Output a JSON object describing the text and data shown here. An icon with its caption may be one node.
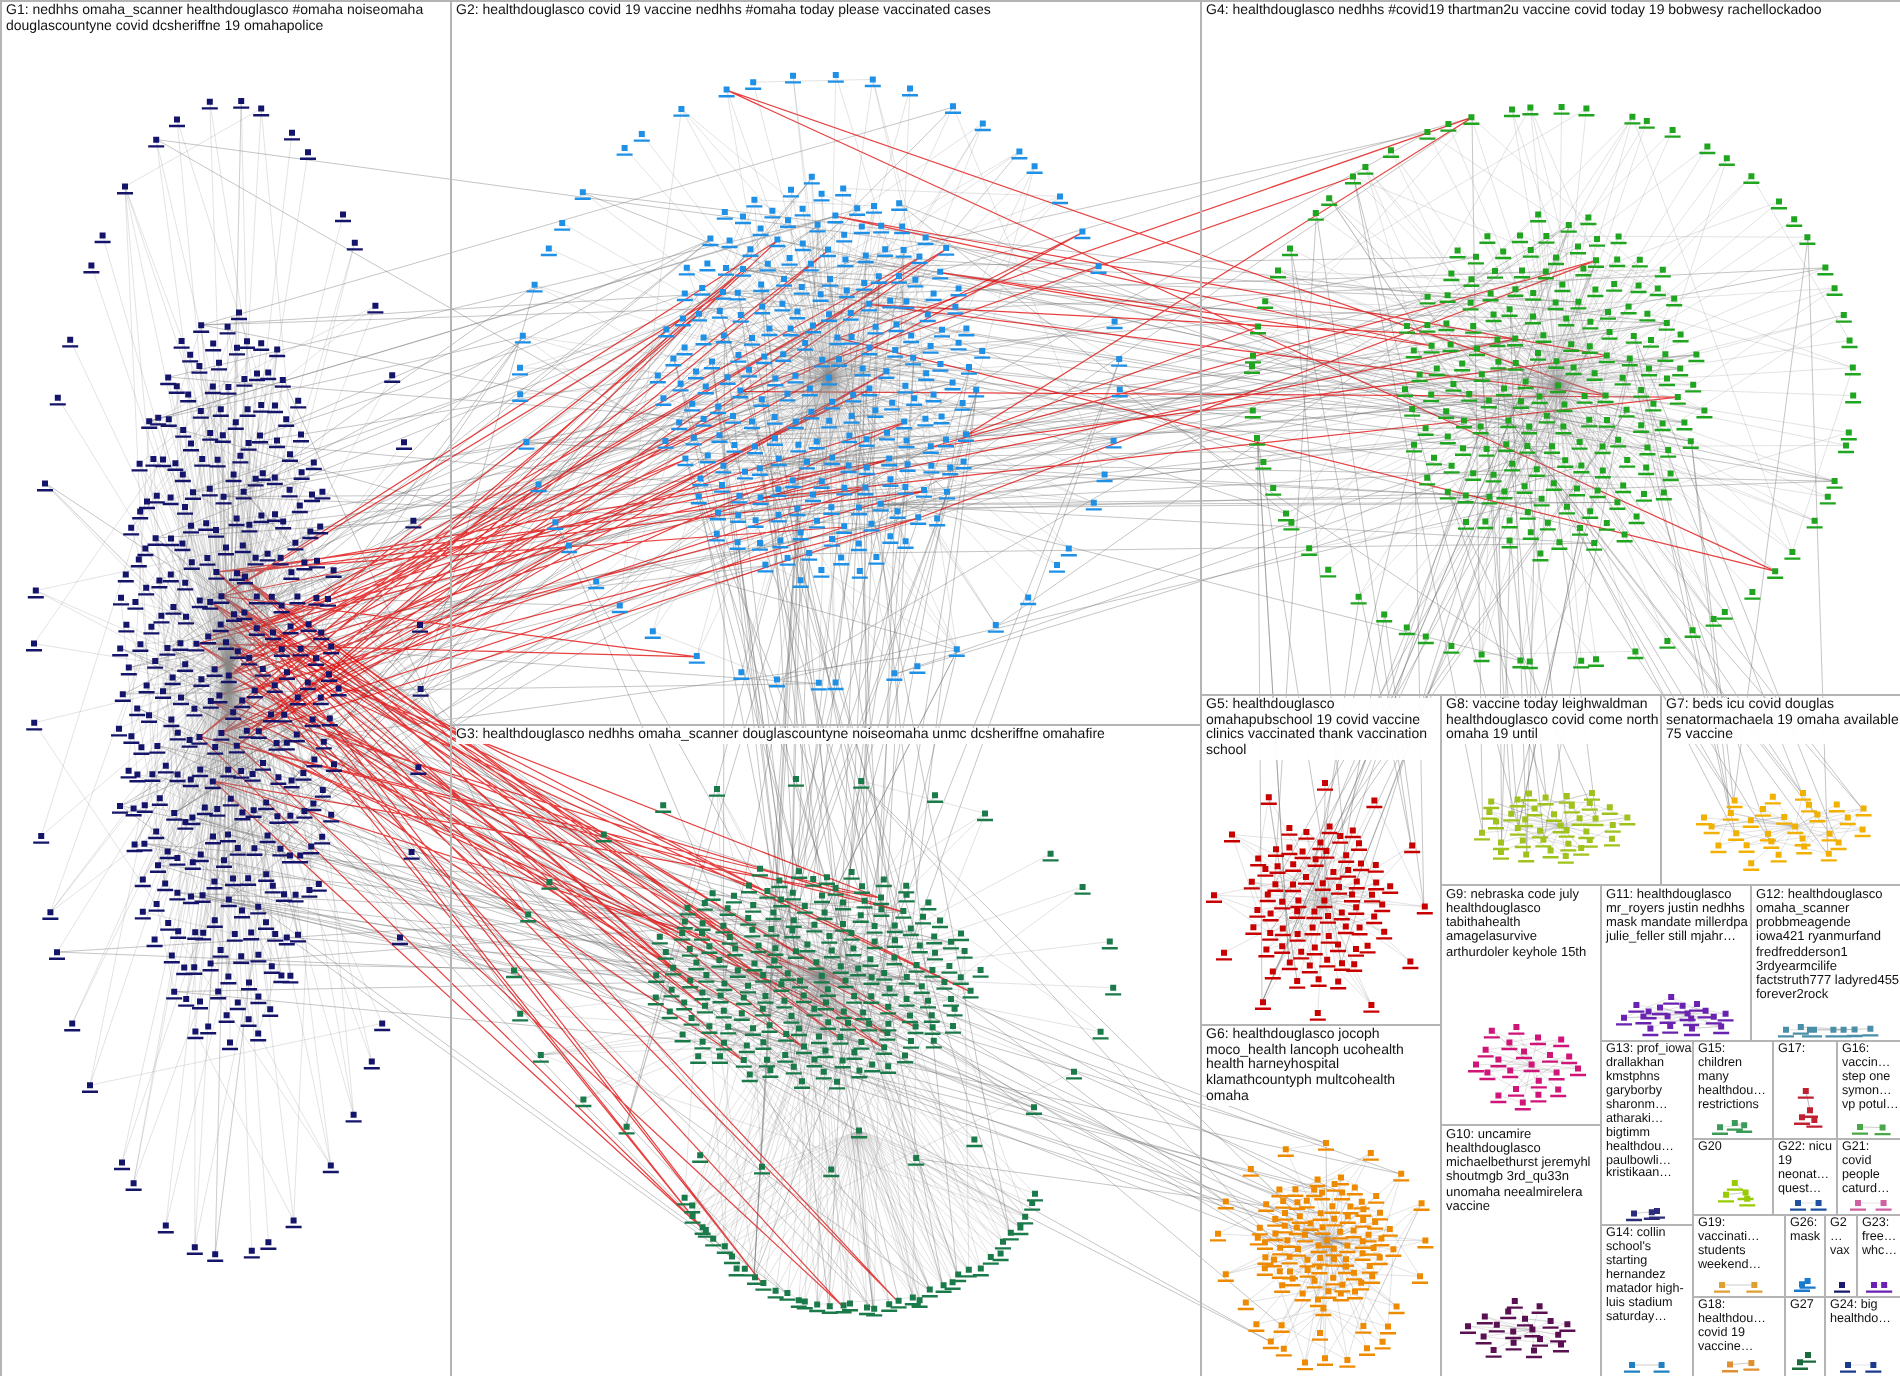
{
  "diagram": {
    "nodes": [
      {
        "text": [
          "G1: nedhhs omaha_scanner healthdouglasco #omaha noiseomaha douglascountyne covid dcsheriffne 19 omahapolice"
        ]
      },
      {
        "text": [
          "G2: healthdouglasco covid 19 vaccine nedhhs #omaha today please vaccinated cases"
        ]
      },
      {
        "text": [
          "G4: healthdouglasco nedhhs #covid19 thartman2u vaccine covid today 19 bobwesy rachellockadoo"
        ]
      },
      {
        "text": [
          "G3: healthdouglasco nedhhs omaha_scanner douglascountyne noiseomaha unmc dcsheriffne omahafire"
        ]
      },
      {
        "text": [
          "G5: healthdouglasco omahapubschool 19 covid vaccine clinics vaccinated thank vaccination school"
        ]
      },
      {
        "text": [
          "G8: vaccine today leighwaldman healthdouglasco covid come north omaha 19 until"
        ]
      },
      {
        "text": [
          "G7: beds icu covid douglas senatormachaela 19 omaha available 75 vaccine"
        ]
      },
      {
        "text": [
          "G9: nebraska code july healthdouglasco tabithahealth amagelasurvive arthurdoler keyhole 15th"
        ]
      },
      {
        "text": [
          "G11: healthdouglasco mr_royers justin nedhhs mask mandate millerdpa julie_feller still mjahr…"
        ]
      },
      {
        "text": [
          "G12: healthdouglasco omaha_scanner probbmeagende iowa421 ryanmurfand fredfredderson1 3rdyearmcilife factstruth777 ladyred455 forever2rock"
        ]
      },
      {
        "text": [
          "G6: healthdouglasco jocoph moco_health lancoph ucohealth health harneyhospital klamathcountyph multcohealth omaha"
        ]
      },
      {
        "text": [
          "G13: prof_iowa drallakhan kmstphns garyborby sharonm… atharaki… bigtimm healthdou… paulbowli… kristikaan…"
        ]
      },
      {
        "text": [
          "G15: children many healthdou… restrictions"
        ]
      },
      {
        "text": [
          "G17:"
        ]
      },
      {
        "text": [
          "G16: vaccin… step one symon… vp potul…"
        ]
      },
      {
        "text": [
          "G10: uncamire healthdouglasco michaelbethurst jeremyhl shoutmgb 3rd_qu33n unomaha neealmirelera vaccine"
        ]
      },
      {
        "text": [
          "G20"
        ]
      },
      {
        "text": [
          "G22: nicu 19 neonat… quest…"
        ]
      },
      {
        "text": [
          "G21: covid people caturd…"
        ]
      },
      {
        "text": [
          "G14: collin school's starting hernandez matador high-luis stadium saturday…"
        ]
      },
      {
        "text": [
          "G19: vaccinati… students weekend…"
        ]
      },
      {
        "text": [
          "G26: mask"
        ]
      },
      {
        "text": [
          "G2… vax"
        ]
      },
      {
        "text": [
          "G23: free… whc…"
        ]
      },
      {
        "text": [
          "G18: healthdou… covid 19 vaccine…"
        ]
      },
      {
        "text": [
          "G27"
        ]
      },
      {
        "text": [
          "G24: big healthdo…"
        ]
      }
    ],
    "edges": [
      {
        "from": 0,
        "to": 1,
        "arrow": "none"
      },
      {
        "from": 0,
        "to": 3,
        "arrow": "none"
      },
      {
        "from": 1,
        "to": 3,
        "arrow": "none"
      },
      {
        "from": 1,
        "to": 2,
        "arrow": "none"
      },
      {
        "from": 2,
        "to": 4,
        "arrow": "none"
      },
      {
        "from": 2,
        "to": 5,
        "arrow": "none"
      },
      {
        "from": 2,
        "to": 6,
        "arrow": "none"
      },
      {
        "from": 3,
        "to": 10,
        "arrow": "none"
      },
      {
        "from": 0,
        "to": 1,
        "arrow": "none",
        "color": "#e00000"
      },
      {
        "from": 0,
        "to": 3,
        "arrow": "none",
        "color": "#e00000"
      },
      {
        "from": 1,
        "to": 2,
        "arrow": "none",
        "color": "#e00000"
      }
    ]
  }
}
